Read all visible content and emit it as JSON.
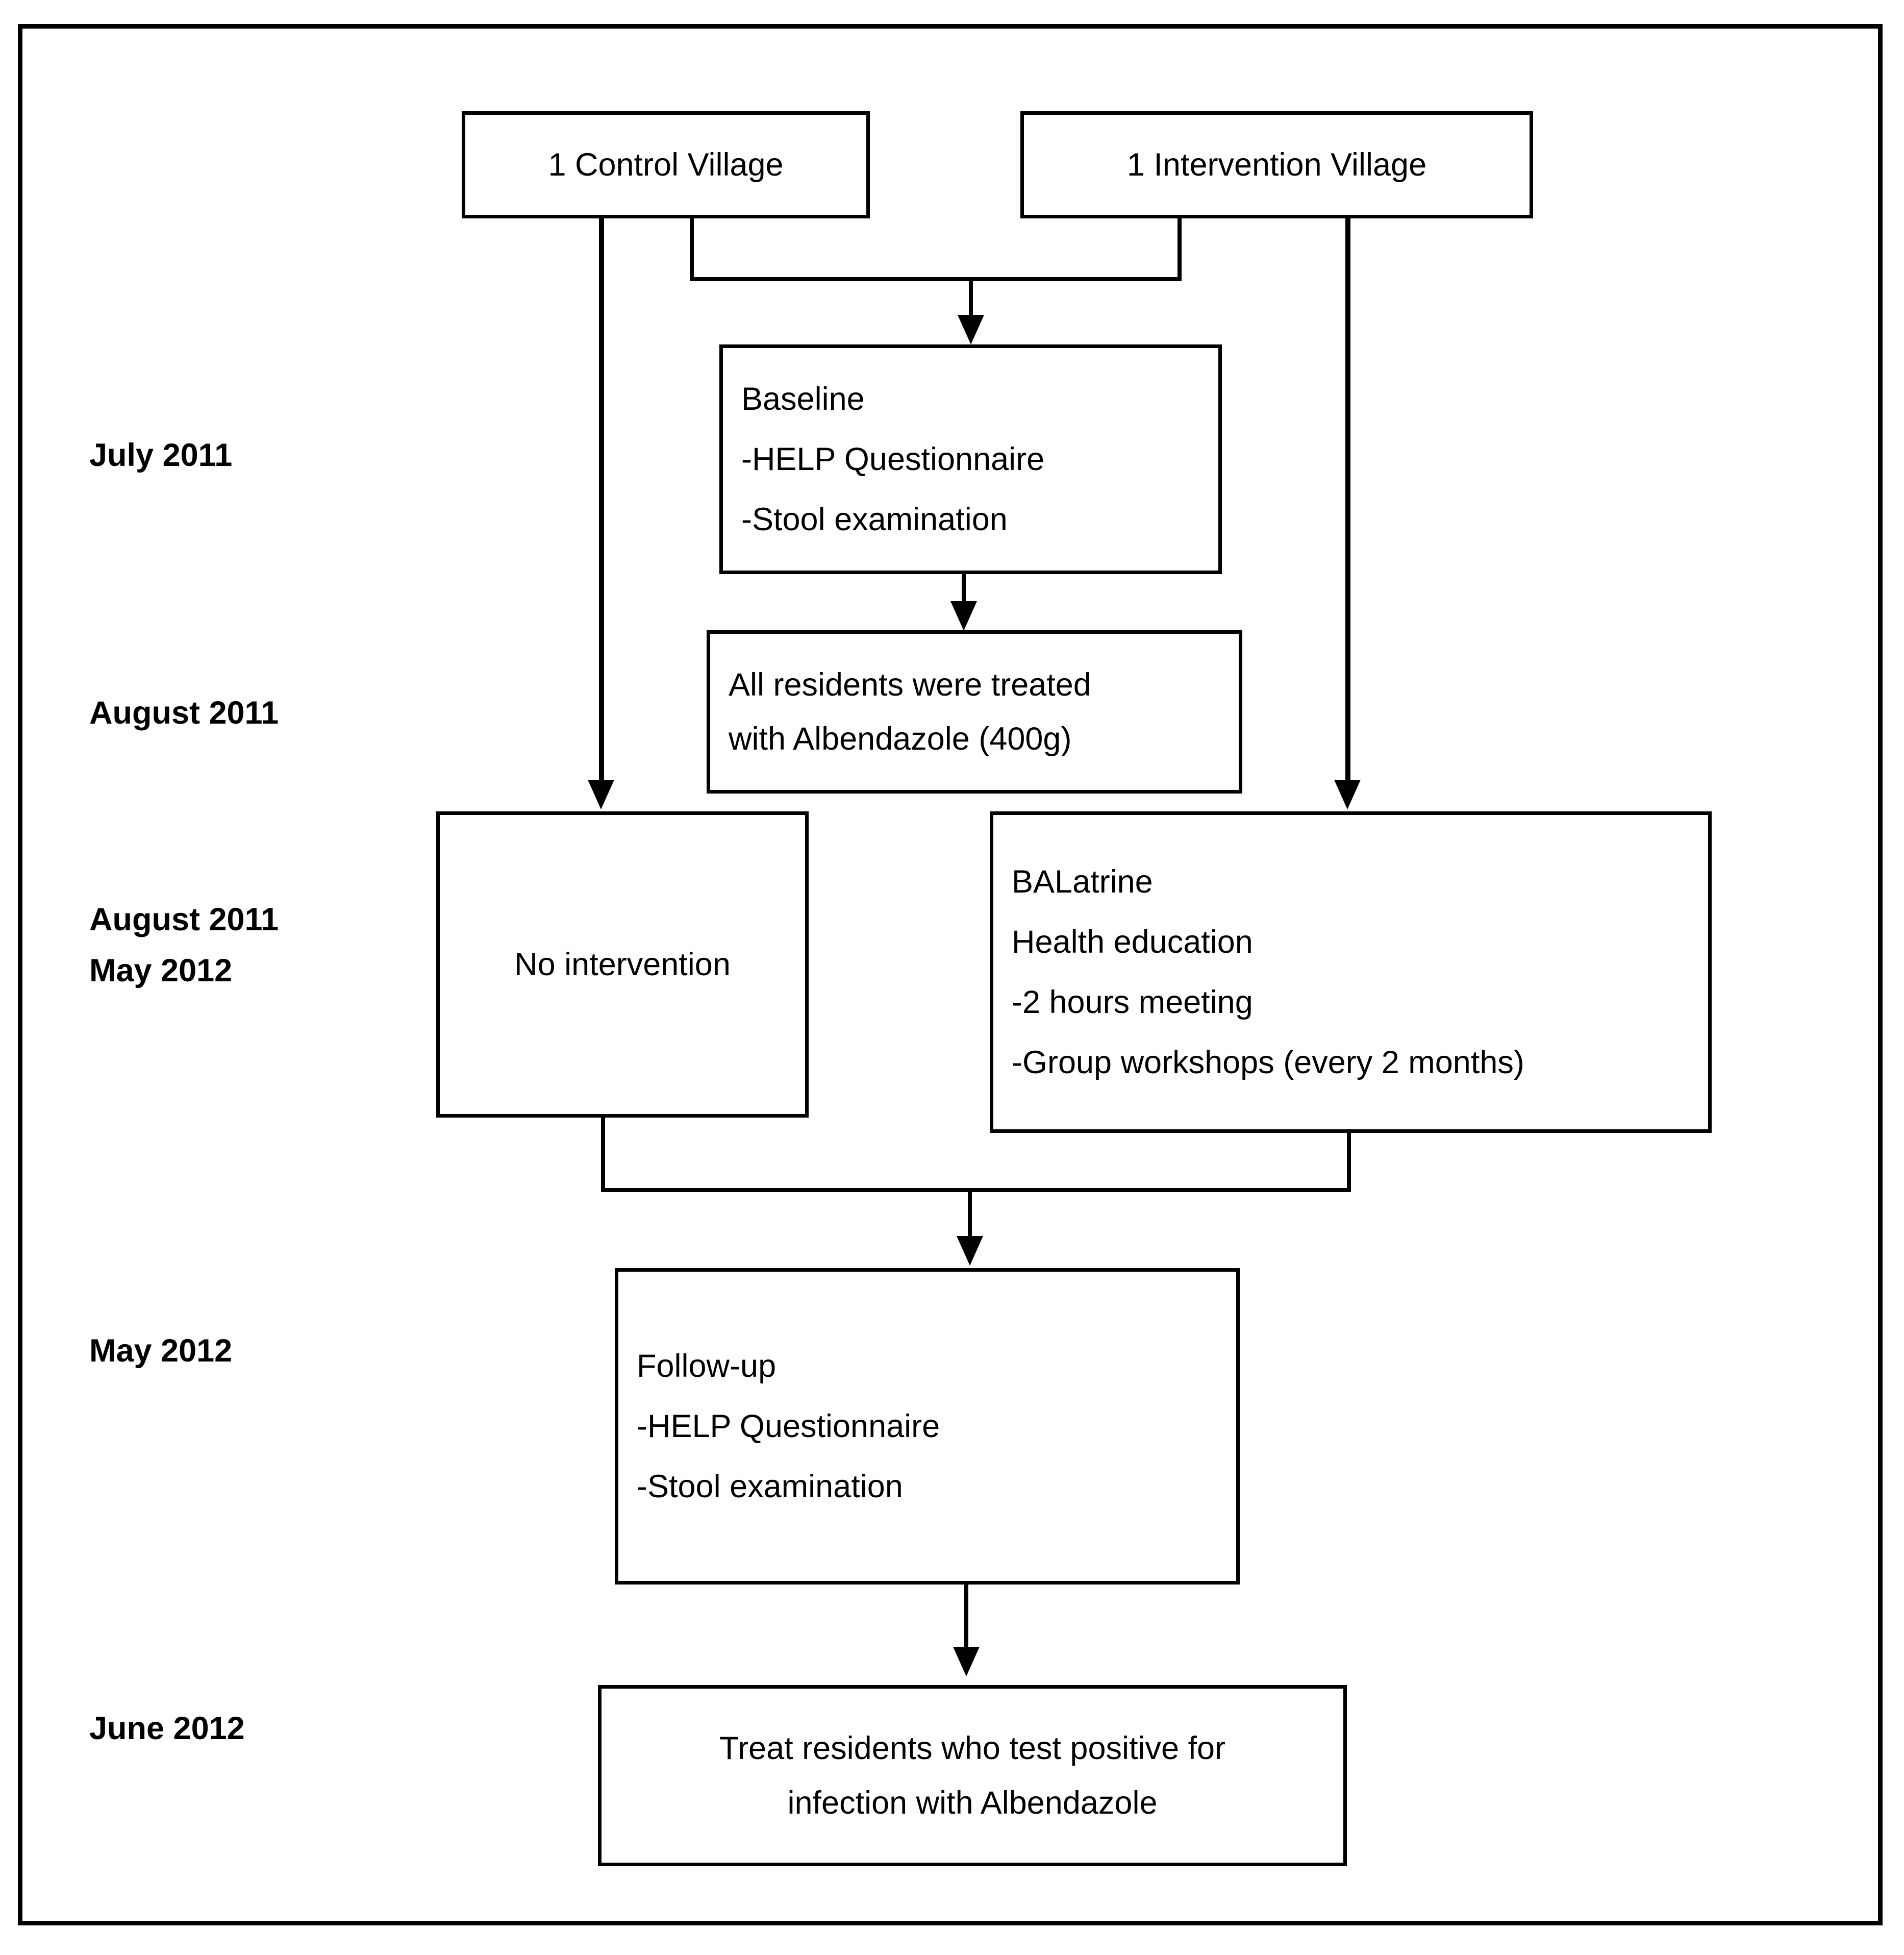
{
  "figure": {
    "type": "flowchart",
    "title": "Study design flowchart",
    "orientation": "top-to-bottom",
    "stroke_color": "#000000",
    "background_color": "#ffffff"
  },
  "timeline": {
    "labels": [
      {
        "id": "july-2011",
        "text": "July 2011"
      },
      {
        "id": "august-2011",
        "text": "August 2011"
      },
      {
        "id": "august-2011-may-2012-line1",
        "text": "August 2011"
      },
      {
        "id": "august-2011-may-2012-line2",
        "text": "May 2012"
      },
      {
        "id": "may-2012",
        "text": "May 2012"
      },
      {
        "id": "june-2012",
        "text": "June 2012"
      }
    ]
  },
  "nodes": {
    "control_village": {
      "id": "control-village",
      "lines": [
        "1 Control Village"
      ]
    },
    "intervention_village": {
      "id": "intervention-village",
      "lines": [
        "1 Intervention Village"
      ]
    },
    "baseline": {
      "id": "baseline",
      "lines": [
        "Baseline",
        "-HELP Questionnaire",
        "-Stool examination"
      ]
    },
    "treatment": {
      "id": "treatment",
      "lines": [
        "All residents were treated",
        "with Albendazole (400g)"
      ]
    },
    "no_intervention": {
      "id": "no-intervention",
      "lines": [
        "No intervention"
      ]
    },
    "balatrine": {
      "id": "balatrine",
      "lines": [
        "BALatrine",
        "Health education",
        "-2 hours meeting",
        "-Group workshops (every 2 months)"
      ]
    },
    "followup": {
      "id": "follow-up",
      "lines": [
        "Follow-up",
        "-HELP Questionnaire",
        "-Stool examination"
      ]
    },
    "final_treatment": {
      "id": "final-treatment",
      "lines": [
        "Treat residents who test positive for",
        "infection with Albendazole"
      ]
    }
  },
  "edges": [
    {
      "from": "control_village",
      "to": "baseline",
      "style": "elbow-merge-arrow"
    },
    {
      "from": "intervention_village",
      "to": "baseline",
      "style": "elbow-merge-arrow"
    },
    {
      "from": "control_village",
      "to": "no_intervention",
      "style": "straight-arrow"
    },
    {
      "from": "intervention_village",
      "to": "balatrine",
      "style": "straight-arrow"
    },
    {
      "from": "baseline",
      "to": "treatment",
      "style": "straight-arrow"
    },
    {
      "from": "no_intervention",
      "to": "followup",
      "style": "elbow-merge-arrow"
    },
    {
      "from": "balatrine",
      "to": "followup",
      "style": "elbow-merge-arrow"
    },
    {
      "from": "followup",
      "to": "final_treatment",
      "style": "straight-arrow"
    }
  ]
}
